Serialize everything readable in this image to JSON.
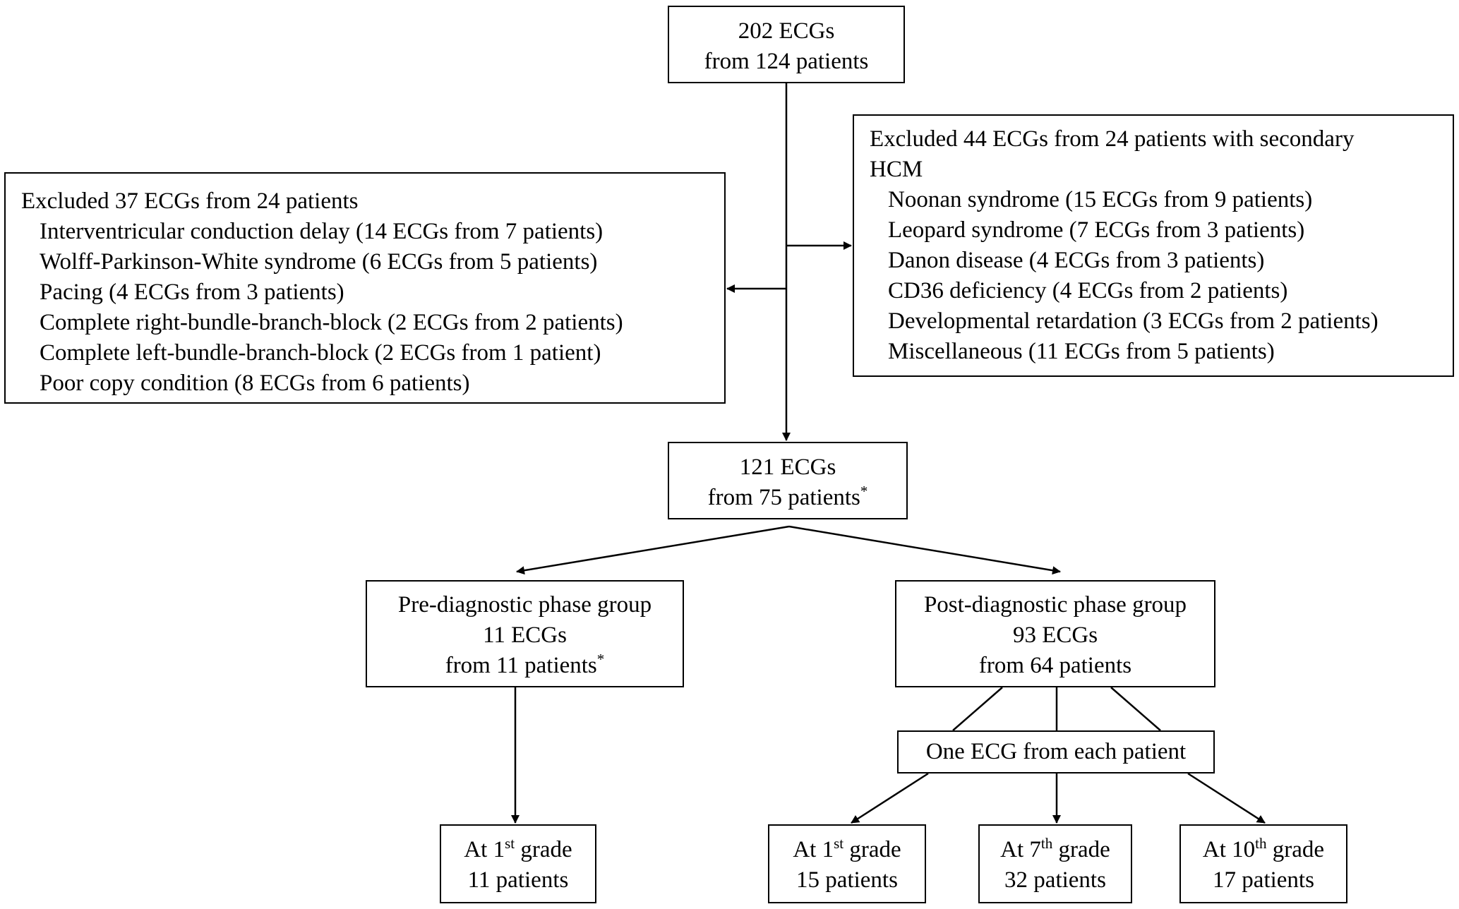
{
  "flowchart": {
    "total": {
      "line1": "202 ECGs",
      "line2": "from 124 patients"
    },
    "excluded_left": {
      "heading": "Excluded 37 ECGs from 24 patients",
      "items": [
        "Interventricular conduction delay  (14 ECGs  from 7 patients)",
        "Wolff-Parkinson-White syndrome (6 ECGs from 5 patients)",
        "Pacing (4 ECGs from 3 patients)",
        "Complete right-bundle-branch-block (2 ECGs from 2 patients)",
        "Complete left-bundle-branch-block (2 ECGs from 1 patient)",
        "Poor copy condition (8 ECGs from 6 patients)"
      ]
    },
    "excluded_right": {
      "heading_line1": "Excluded 44 ECGs from 24 patients with secondary",
      "heading_line2": "HCM",
      "items": [
        "Noonan syndrome (15 ECGs from 9 patients)",
        "Leopard syndrome (7 ECGs from 3 patients)",
        "Danon disease (4 ECGs from 3 patients)",
        "CD36 deficiency (4 ECGs from 2 patients)",
        "Developmental retardation (3 ECGs from 2 patients)",
        "Miscellaneous (11 ECGs from 5 patients)"
      ]
    },
    "included": {
      "line1": "121 ECGs",
      "line2": "from 75 patients",
      "mark": "*"
    },
    "pre_group": {
      "line1": "Pre-diagnostic phase group",
      "line2": "11 ECGs",
      "line3": "from 11 patients",
      "mark": "*"
    },
    "post_group": {
      "line1": "Post-diagnostic phase group",
      "line2": "93 ECGs",
      "line3": "from 64 patients"
    },
    "one_per_patient": "One ECG from each patient",
    "pre_grade1": {
      "prefix": "At 1",
      "ordinal": "st",
      "suffix": " grade",
      "count": "11 patients"
    },
    "post_grade1": {
      "prefix": "At 1",
      "ordinal": "st",
      "suffix": " grade",
      "count": "15 patients"
    },
    "post_grade7": {
      "prefix": "At 7",
      "ordinal": "th",
      "suffix": " grade",
      "count": "32 patients"
    },
    "post_grade10": {
      "prefix": "At 10",
      "ordinal": "th",
      "suffix": " grade",
      "count": "17 patients"
    }
  }
}
